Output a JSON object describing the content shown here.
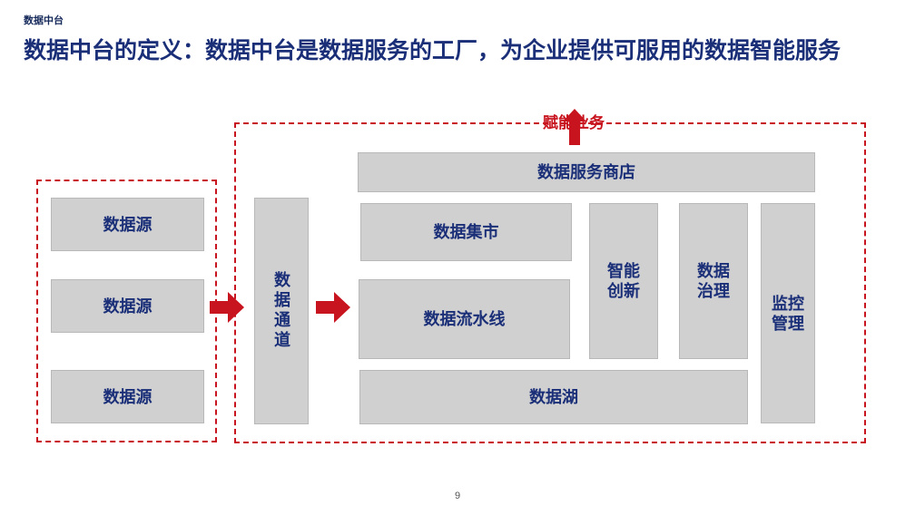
{
  "header": {
    "section": "数据中台",
    "title": "数据中台的定义：数据中台是数据服务的工厂，为企业提供可服用的数据智能服务"
  },
  "diagram": {
    "sources": [
      "数据源",
      "数据源",
      "数据源"
    ],
    "channel": "数据通道",
    "service_store": "数据服务商店",
    "data_mart": "数据集市",
    "pipeline": "数据流水线",
    "data_lake": "数据湖",
    "smart_innovation": "智能\n创新",
    "governance": "数据\n治理",
    "monitoring": "监控\n管理",
    "empower": "赋能业务"
  },
  "colors": {
    "accent_red": "#c8141e",
    "title_blue": "#1a2f78",
    "box_gray": "#d0d0d0"
  },
  "footer": {
    "page": "9"
  }
}
